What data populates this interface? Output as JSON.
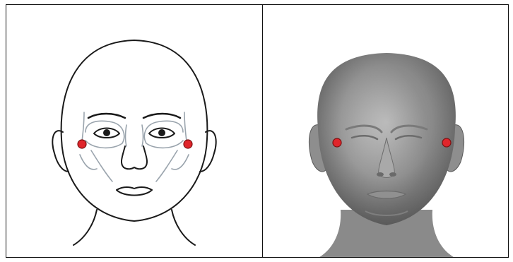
{
  "colors": {
    "border": "#111111",
    "background": "#ffffff",
    "marker_fill": "#e0252b",
    "marker_stroke": "#7a1010",
    "line_art": "#1a1a1a",
    "muscle_lines": "#9aa4ad",
    "render_skin": "#9c9c9c"
  },
  "panels": [
    {
      "kind": "line-drawing-face",
      "markers": [
        "left-cheek",
        "right-cheek"
      ]
    },
    {
      "kind": "3d-rendered-face",
      "markers": [
        "left-cheek",
        "right-cheek"
      ]
    }
  ]
}
